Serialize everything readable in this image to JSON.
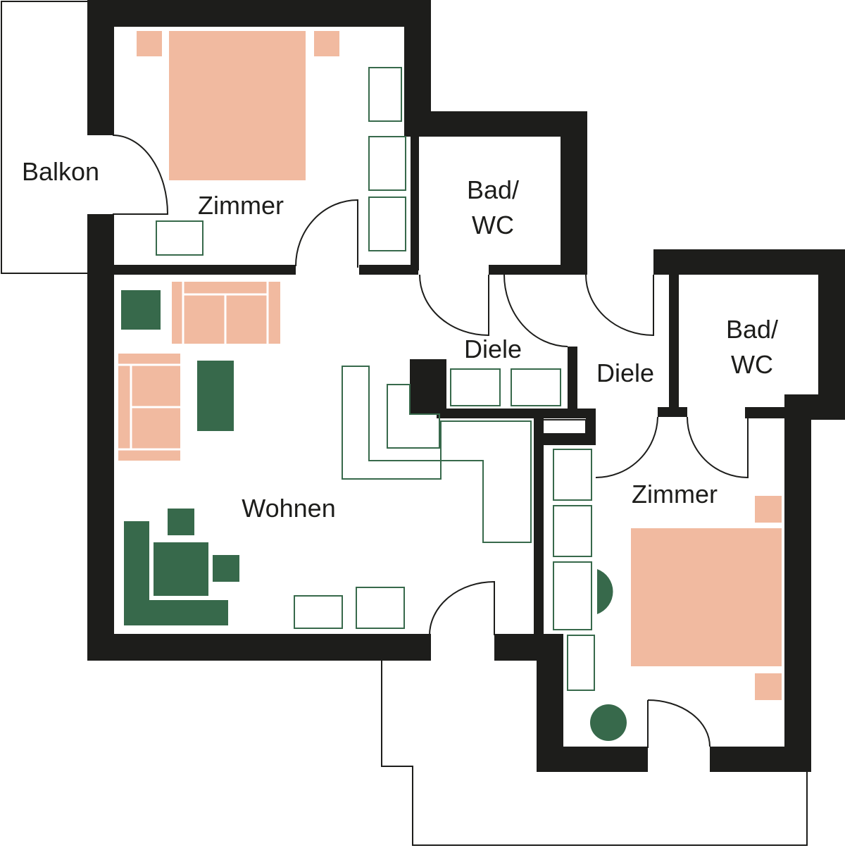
{
  "colors": {
    "wall": "#1d1d1b",
    "bed": "#f1baa0",
    "dark_furniture": "#37694b",
    "outline_furniture": "#37694b",
    "background": "#ffffff"
  },
  "rooms": {
    "balkon": "Balkon",
    "zimmer_top": "Zimmer",
    "bad_wc_1_line1": "Bad/",
    "bad_wc_1_line2": "WC",
    "diele_1": "Diele",
    "diele_2": "Diele",
    "bad_wc_2_line1": "Bad/",
    "bad_wc_2_line2": "WC",
    "wohnen": "Wohnen",
    "zimmer_bottom": "Zimmer"
  }
}
